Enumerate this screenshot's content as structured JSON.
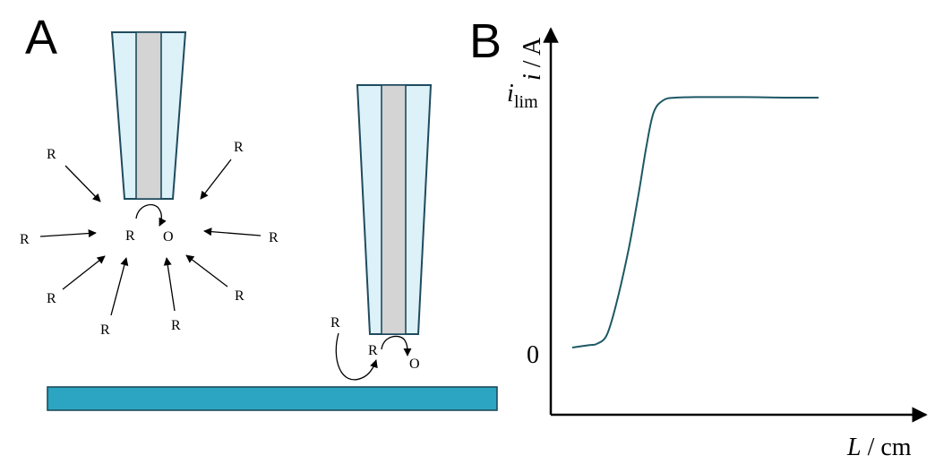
{
  "panel_a": {
    "letter": "A",
    "species_r": "R",
    "species_o": "O"
  },
  "panel_b": {
    "letter": "B",
    "y_axis": {
      "var": "i",
      "unit": "A",
      "separator": " / "
    },
    "x_axis": {
      "var": "L",
      "unit": "cm",
      "separator": " / "
    },
    "y_ticks": {
      "ilim_main": "i",
      "ilim_sub": "lim",
      "zero": "0"
    }
  },
  "colors": {
    "glass": "#dcf1f8",
    "electrode_core": "#d4d4d4",
    "outline": "#1f4b5e",
    "substrate": "#2ba5c1",
    "curve": "#1d5864"
  },
  "chart_data": {
    "type": "line",
    "title": "",
    "xlabel": "L / cm",
    "ylabel": "i / A",
    "y_tick_labels": [
      "0",
      "i_lim"
    ],
    "grid": false,
    "series": [
      {
        "name": "",
        "x": [
          0,
          0.07,
          0.1,
          0.14,
          0.18,
          0.23,
          0.27,
          0.3,
          0.33,
          0.37,
          0.42,
          0.5,
          0.6,
          0.7,
          0.8,
          0.9,
          1.0
        ],
        "y": [
          0,
          0.01,
          0.015,
          0.05,
          0.18,
          0.4,
          0.62,
          0.8,
          0.94,
          0.99,
          1.0,
          1.002,
          1.002,
          1.002,
          1.001,
          1.0,
          1.0
        ]
      }
    ]
  }
}
